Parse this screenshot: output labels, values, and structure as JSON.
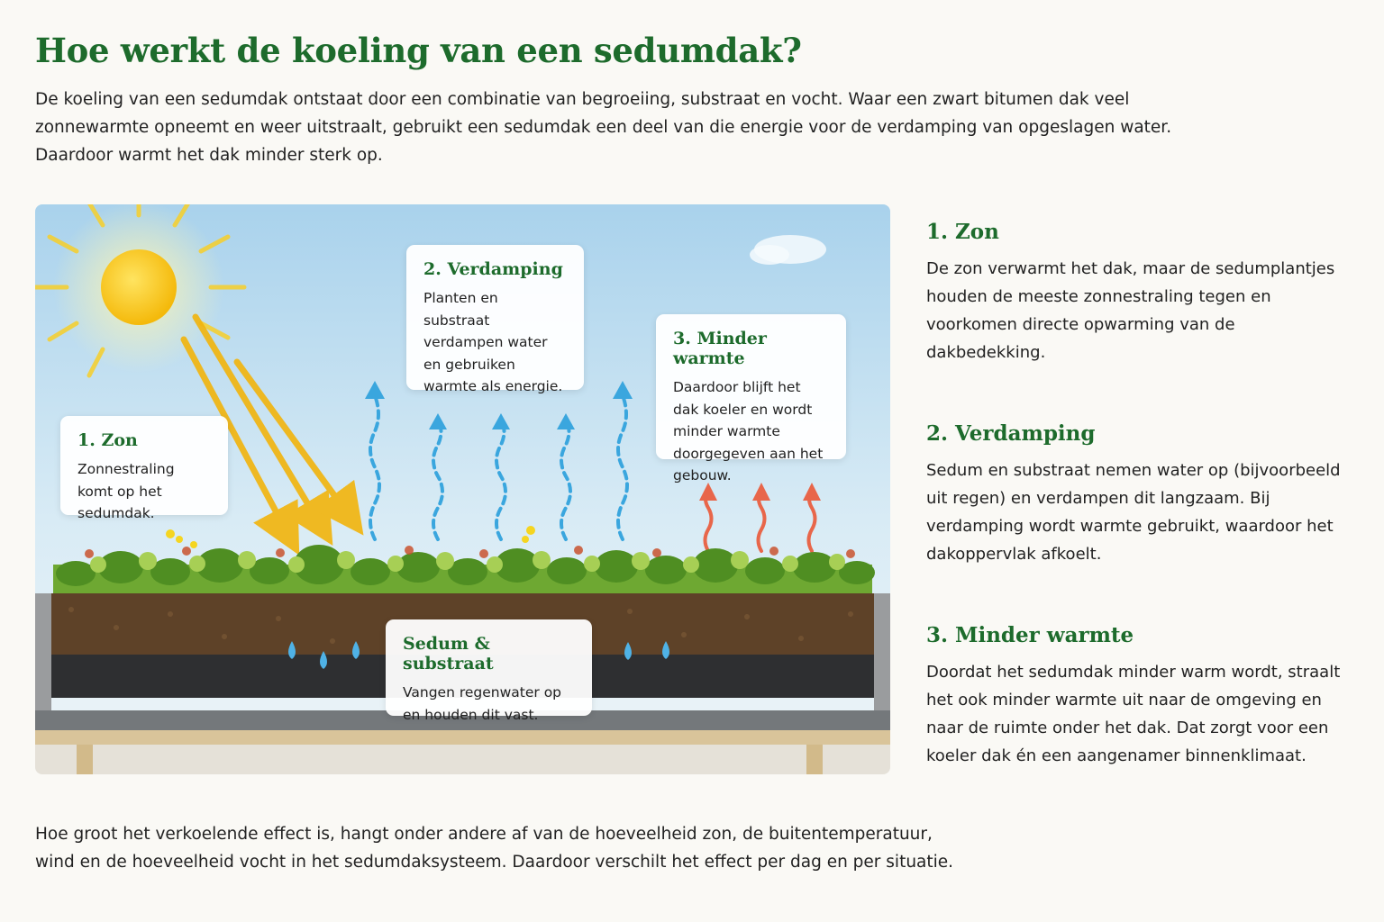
{
  "page": {
    "title": "Hoe werkt de koeling van een sedumdak?",
    "intro": "De koeling van een sedumdak ontstaat door een combinatie van begroeiing, substraat en vocht. Waar een zwart bitumen dak veel zonnewarmte opneemt en weer uitstraalt, gebruikt een sedumdak een deel van die energie voor de verdamping van opgeslagen water. Daardoor warmt het dak minder sterk op.",
    "outro": "Hoe groot het verkoelende effect is, hangt onder andere af van de hoeveelheid zon, de buitentemperatuur, wind en de hoeveelheid vocht in het sedumdaksysteem. Daardoor verschilt het effect per dag en per situatie."
  },
  "diagram": {
    "sun_card": {
      "title": "1. Zon",
      "text": "Zonnestraling komt op het sedumdak."
    },
    "evap_card": {
      "title": "2. Verdamping",
      "text": "Planten en substraat verdampen water en gebruiken warmte als energie."
    },
    "less_card": {
      "title": "3. Minder warmte",
      "text": "Daardoor blijft het dak koeler en wordt minder warmte doorgegeven aan het gebouw."
    },
    "substrate_card": {
      "title": "Sedum & substraat",
      "text": "Vangen regenwater op en houden dit vast."
    },
    "colors": {
      "sky_top": "#b5d7ee",
      "sun": "#f7c613",
      "vapor": "#3aa6de",
      "heat": "#e8664a",
      "soil": "#5e4228",
      "green": "#1d6b2c"
    },
    "icons": [
      "sun-icon",
      "sun-ray-arrow-icon",
      "vapor-arrow-icon",
      "heat-arrow-icon",
      "water-drop-icon",
      "cloud-icon",
      "flower-icon"
    ]
  },
  "sidebar": {
    "items": [
      {
        "title": "1. Zon",
        "text": "De zon verwarmt het dak, maar de sedumplantjes houden de meeste zonnestraling tegen en voorkomen directe opwarming van de dakbedekking."
      },
      {
        "title": "2. Verdamping",
        "text": "Sedum en substraat nemen water op (bijvoorbeeld uit regen) en verdampen dit langzaam. Bij verdamping wordt warmte gebruikt, waardoor het dakoppervlak afkoelt."
      },
      {
        "title": "3. Minder warmte",
        "text": "Doordat het sedumdak minder warm wordt, straalt het ook minder warmte uit naar de omgeving en naar de ruimte onder het dak. Dat zorgt voor een koeler dak én een aangenamer binnenklimaat."
      }
    ]
  }
}
